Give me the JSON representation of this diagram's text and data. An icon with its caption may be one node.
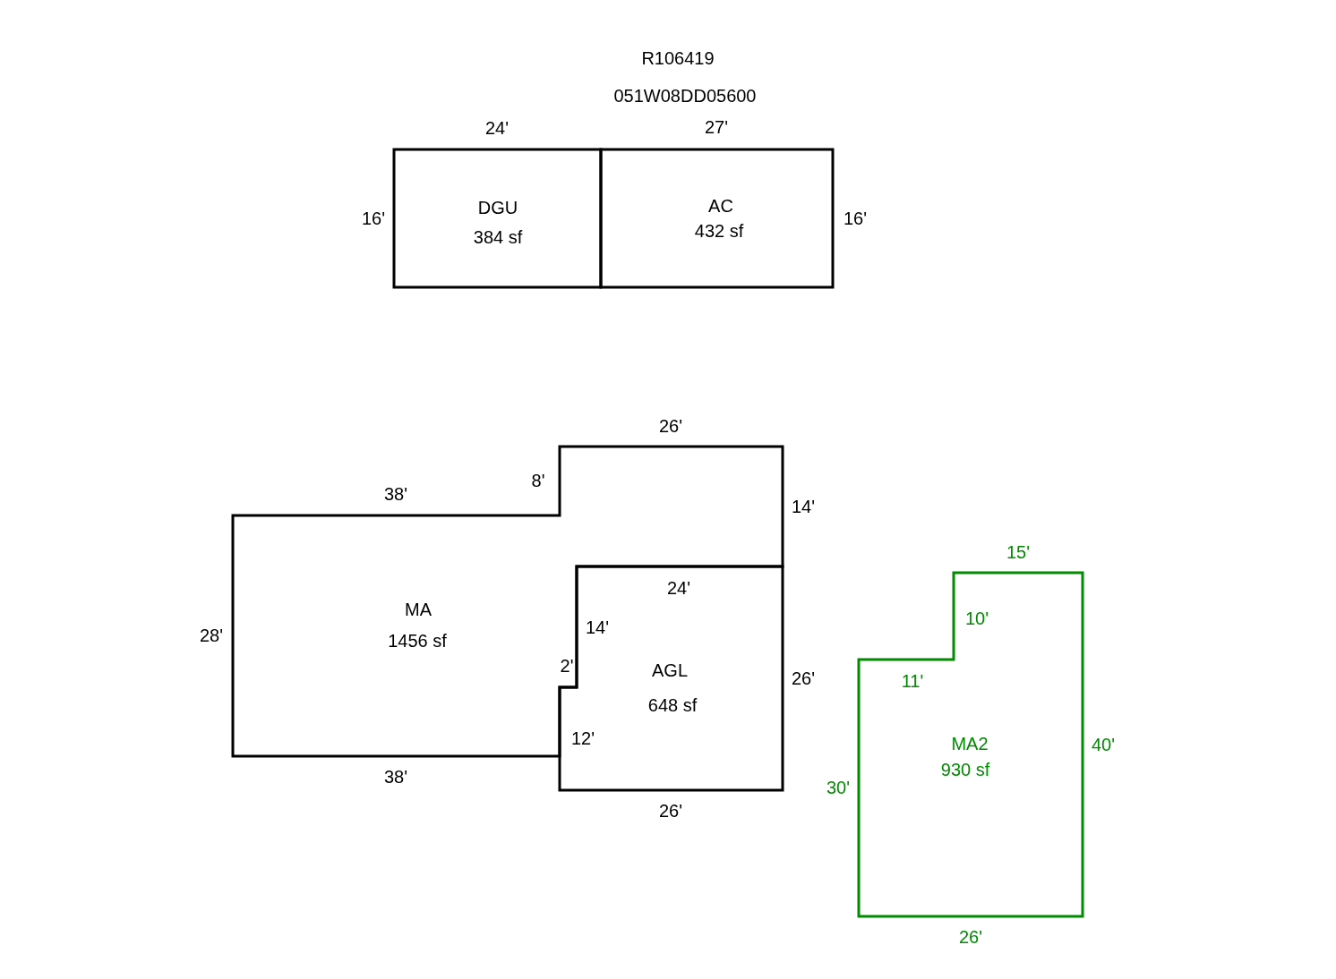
{
  "diagram": {
    "title": "R106419",
    "nodes": [
      {
        "text": [
          "DGU",
          "384 sf"
        ]
      },
      {
        "text": [
          "AC",
          "432 sf"
        ]
      },
      {
        "text": [
          "MA",
          "1456 sf"
        ]
      },
      {
        "text": [
          "AGL",
          "648 sf"
        ]
      },
      {
        "text": [
          "MA2",
          "930 sf"
        ]
      }
    ],
    "labels": [
      "051W08DD05600",
      "24'",
      "27'",
      "16'",
      "16'",
      "26'",
      "8'",
      "38'",
      "14'",
      "15'",
      "24'",
      "10'",
      "14'",
      "28'",
      "2'",
      "26'",
      "11'",
      "12'",
      "40'",
      "38'",
      "30'",
      "26'",
      "26'"
    ]
  }
}
